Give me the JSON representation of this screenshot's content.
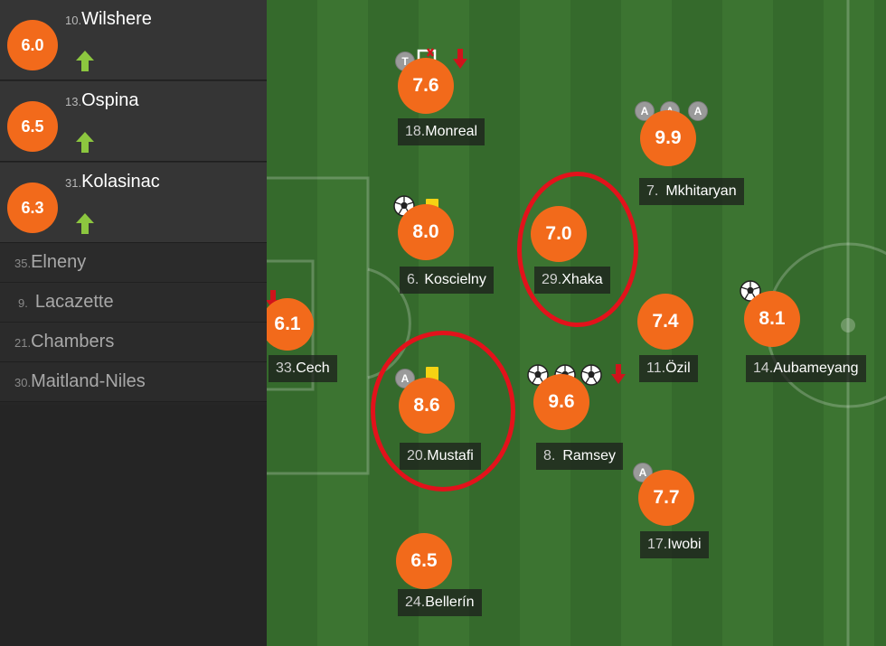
{
  "substitutes": [
    {
      "rating": "6.0",
      "number": "10.",
      "name": "Wilshere"
    },
    {
      "rating": "6.5",
      "number": "13.",
      "name": "Ospina"
    },
    {
      "rating": "6.3",
      "number": "31.",
      "name": "Kolasinac"
    }
  ],
  "bench": [
    {
      "number": "35.",
      "name": "Elneny"
    },
    {
      "number": "9.",
      "name": "Lacazette"
    },
    {
      "number": "21.",
      "name": "Chambers"
    },
    {
      "number": "30.",
      "name": "Maitland-Niles"
    }
  ],
  "players": {
    "cech": {
      "rating": "6.1",
      "number": "33.",
      "name": "Cech"
    },
    "monreal": {
      "rating": "7.6",
      "number": "18.",
      "name": "Monreal"
    },
    "koscielny": {
      "rating": "8.0",
      "number": "6.",
      "name": "Koscielny"
    },
    "mustafi": {
      "rating": "8.6",
      "number": "20.",
      "name": "Mustafi"
    },
    "bellerin": {
      "rating": "6.5",
      "number": "24.",
      "name": "Bellerín"
    },
    "xhaka": {
      "rating": "7.0",
      "number": "29.",
      "name": "Xhaka"
    },
    "ramsey": {
      "rating": "9.6",
      "number": "8.",
      "name": "Ramsey"
    },
    "mkhitaryan": {
      "rating": "9.9",
      "number": "7.",
      "name": "Mkhitaryan"
    },
    "ozil": {
      "rating": "7.4",
      "number": "11.",
      "name": "Özil"
    },
    "iwobi": {
      "rating": "7.7",
      "number": "17.",
      "name": "Iwobi"
    },
    "aubameyang": {
      "rating": "8.1",
      "number": "14.",
      "name": "Aubameyang"
    }
  },
  "icons": {
    "assist_letter": "A",
    "tackle_letter": "T"
  },
  "colors": {
    "rating_badge": "#f26a1b",
    "highlight_circle": "#e3121b",
    "yellow_card": "#f5d313",
    "sub_in_arrow": "#8cc63f",
    "sub_out_arrow": "#d0131b"
  }
}
